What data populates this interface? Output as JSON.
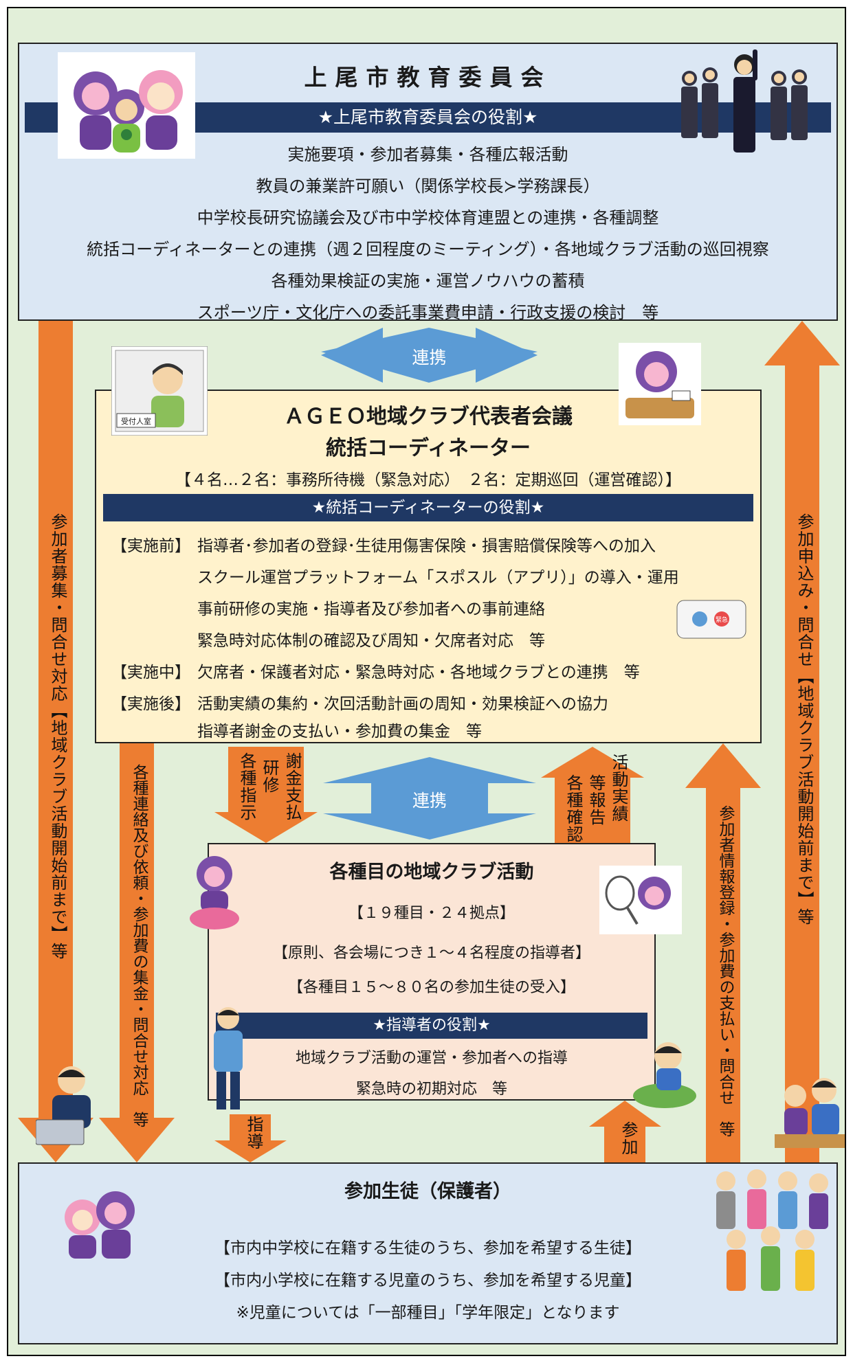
{
  "board": {
    "title": "上尾市教育委員会",
    "band": "★上尾市教育委員会の役割★",
    "lines": [
      "実施要項・参加者募集・各種広報活動",
      "教員の兼業許可願い（関係学校長≻学務課長）",
      "中学校長研究協議会及び市中学校体育連盟との連携・各種調整",
      "統括コーディネーターとの連携（週２回程度のミーティング）・各地域クラブ活動の巡回視察",
      "各種効果検証の実施・運営ノウハウの蓄積",
      "スポーツ庁・文化庁への委託事業費申請・行政支援の検討　等"
    ]
  },
  "link1": "連携",
  "link2": "連携",
  "ageo": {
    "title1": "ＡＧＥＯ地域クラブ代表者会議",
    "title2": "統括コーディネーター",
    "subtitle": "【４名…２名：事務所待機（緊急対応）　２名：定期巡回（運営確認）】",
    "band": "★統括コーディネーターの役割★",
    "rows": [
      {
        "tag": "【実施前】",
        "text": "指導者･参加者の登録･生徒用傷害保険・損害賠償保険等への加入"
      },
      {
        "tag": "",
        "text": "スクール運営プラットフォーム「スポスル（アプリ）」の導入・運用"
      },
      {
        "tag": "",
        "text": "事前研修の実施・指導者及び参加者への事前連絡"
      },
      {
        "tag": "",
        "text": "緊急時対応体制の確認及び周知・欠席者対応　等"
      },
      {
        "tag": "【実施中】",
        "text": "欠席者・保護者対応・緊急時対応・各地域クラブとの連携　等"
      },
      {
        "tag": "【実施後】",
        "text": "活動実績の集約・次回活動計画の周知・効果検証への協力"
      },
      {
        "tag": "",
        "text": "指導者謝金の支払い・参加費の集金　等"
      }
    ],
    "sign_label": "受付人室",
    "device_label": "緊急"
  },
  "club": {
    "title": "各種目の地域クラブ活動",
    "lines": [
      "【１９種目・２４拠点】",
      "【原則、各会場につき１～４名程度の指導者】",
      "【各種目１５～８０名の参加生徒の受入】"
    ],
    "band": "★指導者の役割★",
    "role_lines": [
      "地域クラブ活動の運営・参加者への指導",
      "緊急時の初期対応　等"
    ]
  },
  "students": {
    "title": "参加生徒（保護者）",
    "lines": [
      "【市内中学校に在籍する生徒のうち、参加を希望する生徒】",
      "【市内小学校に在籍する児童のうち、参加を希望する児童】",
      "※児童については「一部種目」「学年限定」となります"
    ]
  },
  "arrows": {
    "left_outer": "参加者募集・問合せ対応【地域クラブ活動開始前まで】等",
    "right_outer": "参加申込み・問合せ【地域クラブ活動開始前まで】等",
    "left_inner": "各種連絡及び依頼・参加費の集金・問合せ対応　等",
    "right_inner": "参加者情報登録・参加費の支払い・問合せ　等",
    "down_a": [
      "研修",
      "各種指示",
      "謝金支払"
    ],
    "up_b": [
      "活動実績",
      "等報告",
      "各種確認"
    ],
    "down_c": "指導",
    "up_d": "参加"
  },
  "colors": {
    "arrow_orange": "#ed7d31",
    "arrow_blue": "#5b9bd5",
    "band_navy": "#1f3864",
    "canvas_green": "#e2efd9"
  }
}
